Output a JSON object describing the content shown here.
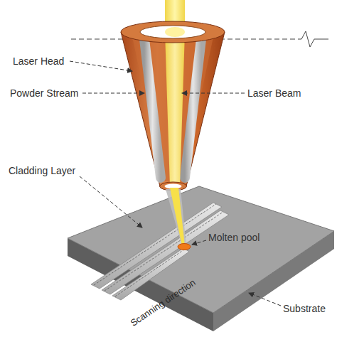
{
  "diagram": {
    "labels": [
      "Laser Head",
      "Powder Stream",
      "Laser Beam",
      "Cladding Layer",
      "Molten pool",
      "Scanning direction",
      "Substrate"
    ]
  }
}
